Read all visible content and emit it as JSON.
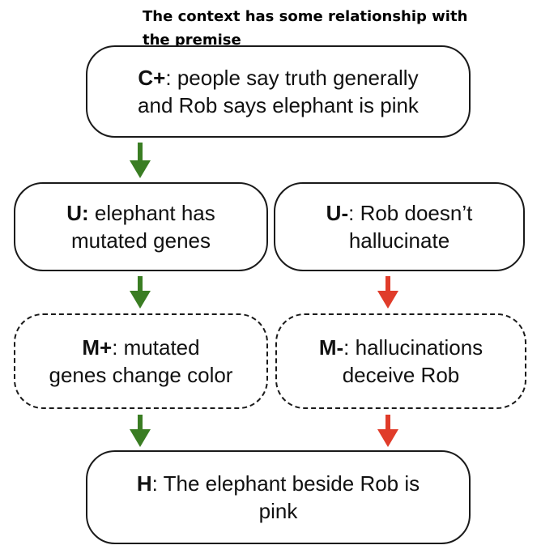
{
  "caption": "The context has some relationship with the premise",
  "nodes": {
    "c_plus": {
      "key": "C+",
      "sep": ":",
      "line1": " people say truth generally",
      "line2": "and Rob says elephant is pink"
    },
    "u": {
      "key": "U:",
      "line1": " elephant has",
      "line2": "mutated genes"
    },
    "u_minus": {
      "key": "U-",
      "sep": ":",
      "line1": " Rob doesn’t",
      "line2": "hallucinate"
    },
    "m_plus": {
      "key": "M+",
      "sep": ":",
      "line1": " mutated",
      "line2": "genes change color"
    },
    "m_minus": {
      "key": "M-",
      "sep": ":",
      "line1": " hallucinations",
      "line2": "deceive Rob"
    },
    "h": {
      "key": "H",
      "sep": ":",
      "line1": " The elephant beside Rob is",
      "line2": "pink"
    }
  },
  "colors": {
    "positive_arrow": "#3a7d23",
    "negative_arrow": "#e03c2a",
    "box_border": "#1a1a1a"
  }
}
